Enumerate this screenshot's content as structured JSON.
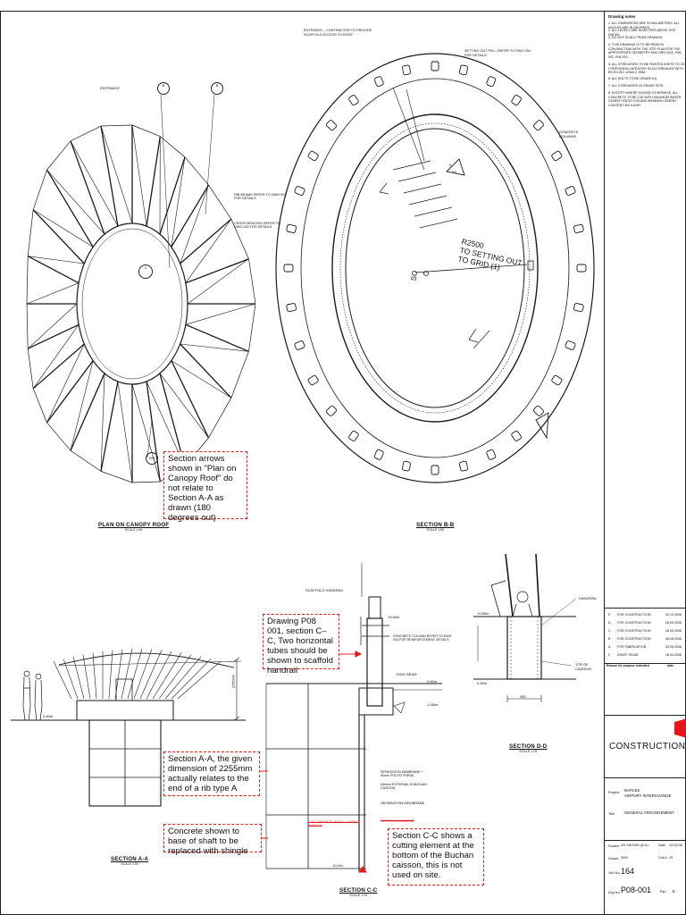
{
  "titles": {
    "plan": "PLAN ON CANOPY ROOF",
    "plan_scale": "SCALE 1:50",
    "section_bb": "SECTION B-B",
    "section_bb_scale": "SCALE 1:50",
    "section_aa": "SECTION A-A",
    "section_aa_scale": "SCALE 1:50",
    "section_cc": "SECTION C-C",
    "section_cc_scale": "SCALE 1:25",
    "section_dd": "SECTION D-D",
    "section_dd_scale": "SCALE 1:25"
  },
  "plan_labels": {
    "entrance": "ENTRANCE",
    "rib_beam": "RIB BEAMS REFER TO DWG 003 FOR DETAILS",
    "cross_bracing": "CROSS BRACING REFER TO DWG 003 FOR DETAILS",
    "callout_top": "B",
    "callout_bottom": "C",
    "callout_sheet": "003"
  },
  "bb_labels": {
    "entrance_note": "ENTRANCE – CONTRACTOR TO PROVIDE SCAFFOLD ACCESS TO ROOF",
    "setting_out": "SETTING OUT PIN – REFER TO DWG 004 FOR DETAILS",
    "concrete_columns": "CONCRETE COLUMNS",
    "radius": "R2500",
    "setting_out_grid_1": "TO SETTING OUT",
    "setting_out_grid_2": "TO GRID",
    "grid_ref": "1",
    "so": "SO",
    "callout_d": "D",
    "callout_sheet": "001"
  },
  "cc_labels": {
    "scaffold_handrail": "SCAFFOLD HANDRAIL",
    "concrete_column": "CONCRETE COLUMN REFER TO DWG 004 FOR REINFORCEMENT DETAILS",
    "ring_beam": "RING BEAM",
    "separation_1": "SEPARATION MEMBRANE + 50mm POLYSTYRENE",
    "external": "450mm EXTERNAL Ø BUCHAN CAISSON",
    "separation_2": "SEPARATION MEMBRANE",
    "cutting_element": "CUTTING ELEMENT",
    "lvl_top": "+0.80m",
    "lvl_zero": "0.00m",
    "lvl_a": "-0.80m",
    "lvl_b": "-8.10m",
    "crossed": "C35 CONCRETE WITH 1 LAYER Ø SHINGLE"
  },
  "dd_labels": {
    "handrail": "HANDRAIL",
    "top_caisson": "TOP OF CAISSON",
    "lvl_top": "+0.80m",
    "lvl_zero": "0.00m",
    "width": "450"
  },
  "aa_labels": {
    "dim": "2255mm",
    "lvl": "0.00m"
  },
  "annotations": {
    "plan_note": "Section arrows shown in \"Plan on Canopy Roof\" do not relate to Section A-A as drawn (180 degrees out)",
    "handrail_note": "Drawing P08 001, section C–C, Two horizontal tubes should be shown to scaffold handrail",
    "dimension_note": "Section A-A, the given dimension of 2255mm actually relates to the end of a rib type A",
    "shingle_note": "Concrete shown to base of shaft to be replaced with shingle",
    "caisson_note": "Section C-C shows a cutting element at the bottom of the Buchan caisson, this is not used on site."
  },
  "notes": {
    "heading": "Drawing notes",
    "items": [
      "1. ALL DIMENSIONS ARE IN MILLIMETRES. ALL ANGLES ARE IN DEGREES.",
      "2. ALL LEVELS ARE IN METRES ABOVE SITE DATUM.",
      "3. DO NOT SCALE FROM DRAWING.",
      "4. THIS DRAWING IS TO BE READ IN CONJUNCTION WITH THE SITE PLAN FOR THE APPROPRIATE GEOMETRY AND DRG NOS. P08-002, P08-003.",
      "5. ALL STEELWORK TO BE PAINTED WHITE TO C5 CORROSION CATEGORY IN ACCORDANCE WITH BS EN ISO 12944-2 1998.",
      "6. ALL BOLTS TO BE GRADE 8.8.",
      "7. ALL STEELWORK IN GRADE S275.",
      "8. EXCEPT WHERE SHOWN OTHERWISE, ALL CONCRETE TO BE C30 WITH MAXIMUM WATER CEMENT RATIO 0.55 AND MINIMUM CEMENT CONTENT 300 KG/M³."
    ]
  },
  "revisions": {
    "rows": [
      {
        "rev": "E",
        "desc": "FOR CONSTRUCTION",
        "date": "05.10.2006"
      },
      {
        "rev": "D",
        "desc": "FOR CONSTRUCTION",
        "date": "28.09.2006"
      },
      {
        "rev": "C",
        "desc": "FOR CONSTRUCTION",
        "date": "26.09.2006"
      },
      {
        "rev": "B",
        "desc": "FOR CONSTRUCTION",
        "date": "08.08.2006"
      },
      {
        "rev": "A",
        "desc": "FOR FABRICATION",
        "date": "25.05.2006"
      },
      {
        "rev": "0",
        "desc": "DRAFT ISSUE",
        "date": "18.04.2006"
      }
    ],
    "footer_left": "Reason for purpose indicated",
    "footer_right": "date"
  },
  "title_block": {
    "company": "CONSTRUCTIONARIUM",
    "project_label": "Project",
    "project_1": "NAPLES",
    "project_2": "AIRPORT INTERCHANGE",
    "title_label": "Title",
    "title_value": "GENERAL ARRANGEMENT",
    "scale_label": "Scales",
    "scale_value": "AS SHOWN @ A1",
    "date_label": "Date",
    "date_value": "19.05.06",
    "drawn_label": "Drawn",
    "drawn_value": "SMC",
    "chkd_label": "Chk'd",
    "chkd_value": "JS",
    "job_label": "Job No.",
    "job_value": "164",
    "drg_label": "Drg No.",
    "drg_value": "P08-001",
    "rev_label": "Rev",
    "rev_value": "E"
  },
  "colors": {
    "annotation_border": "#e01b1b",
    "logo_accent": "#e8141a",
    "line": "#1a1a1a"
  }
}
